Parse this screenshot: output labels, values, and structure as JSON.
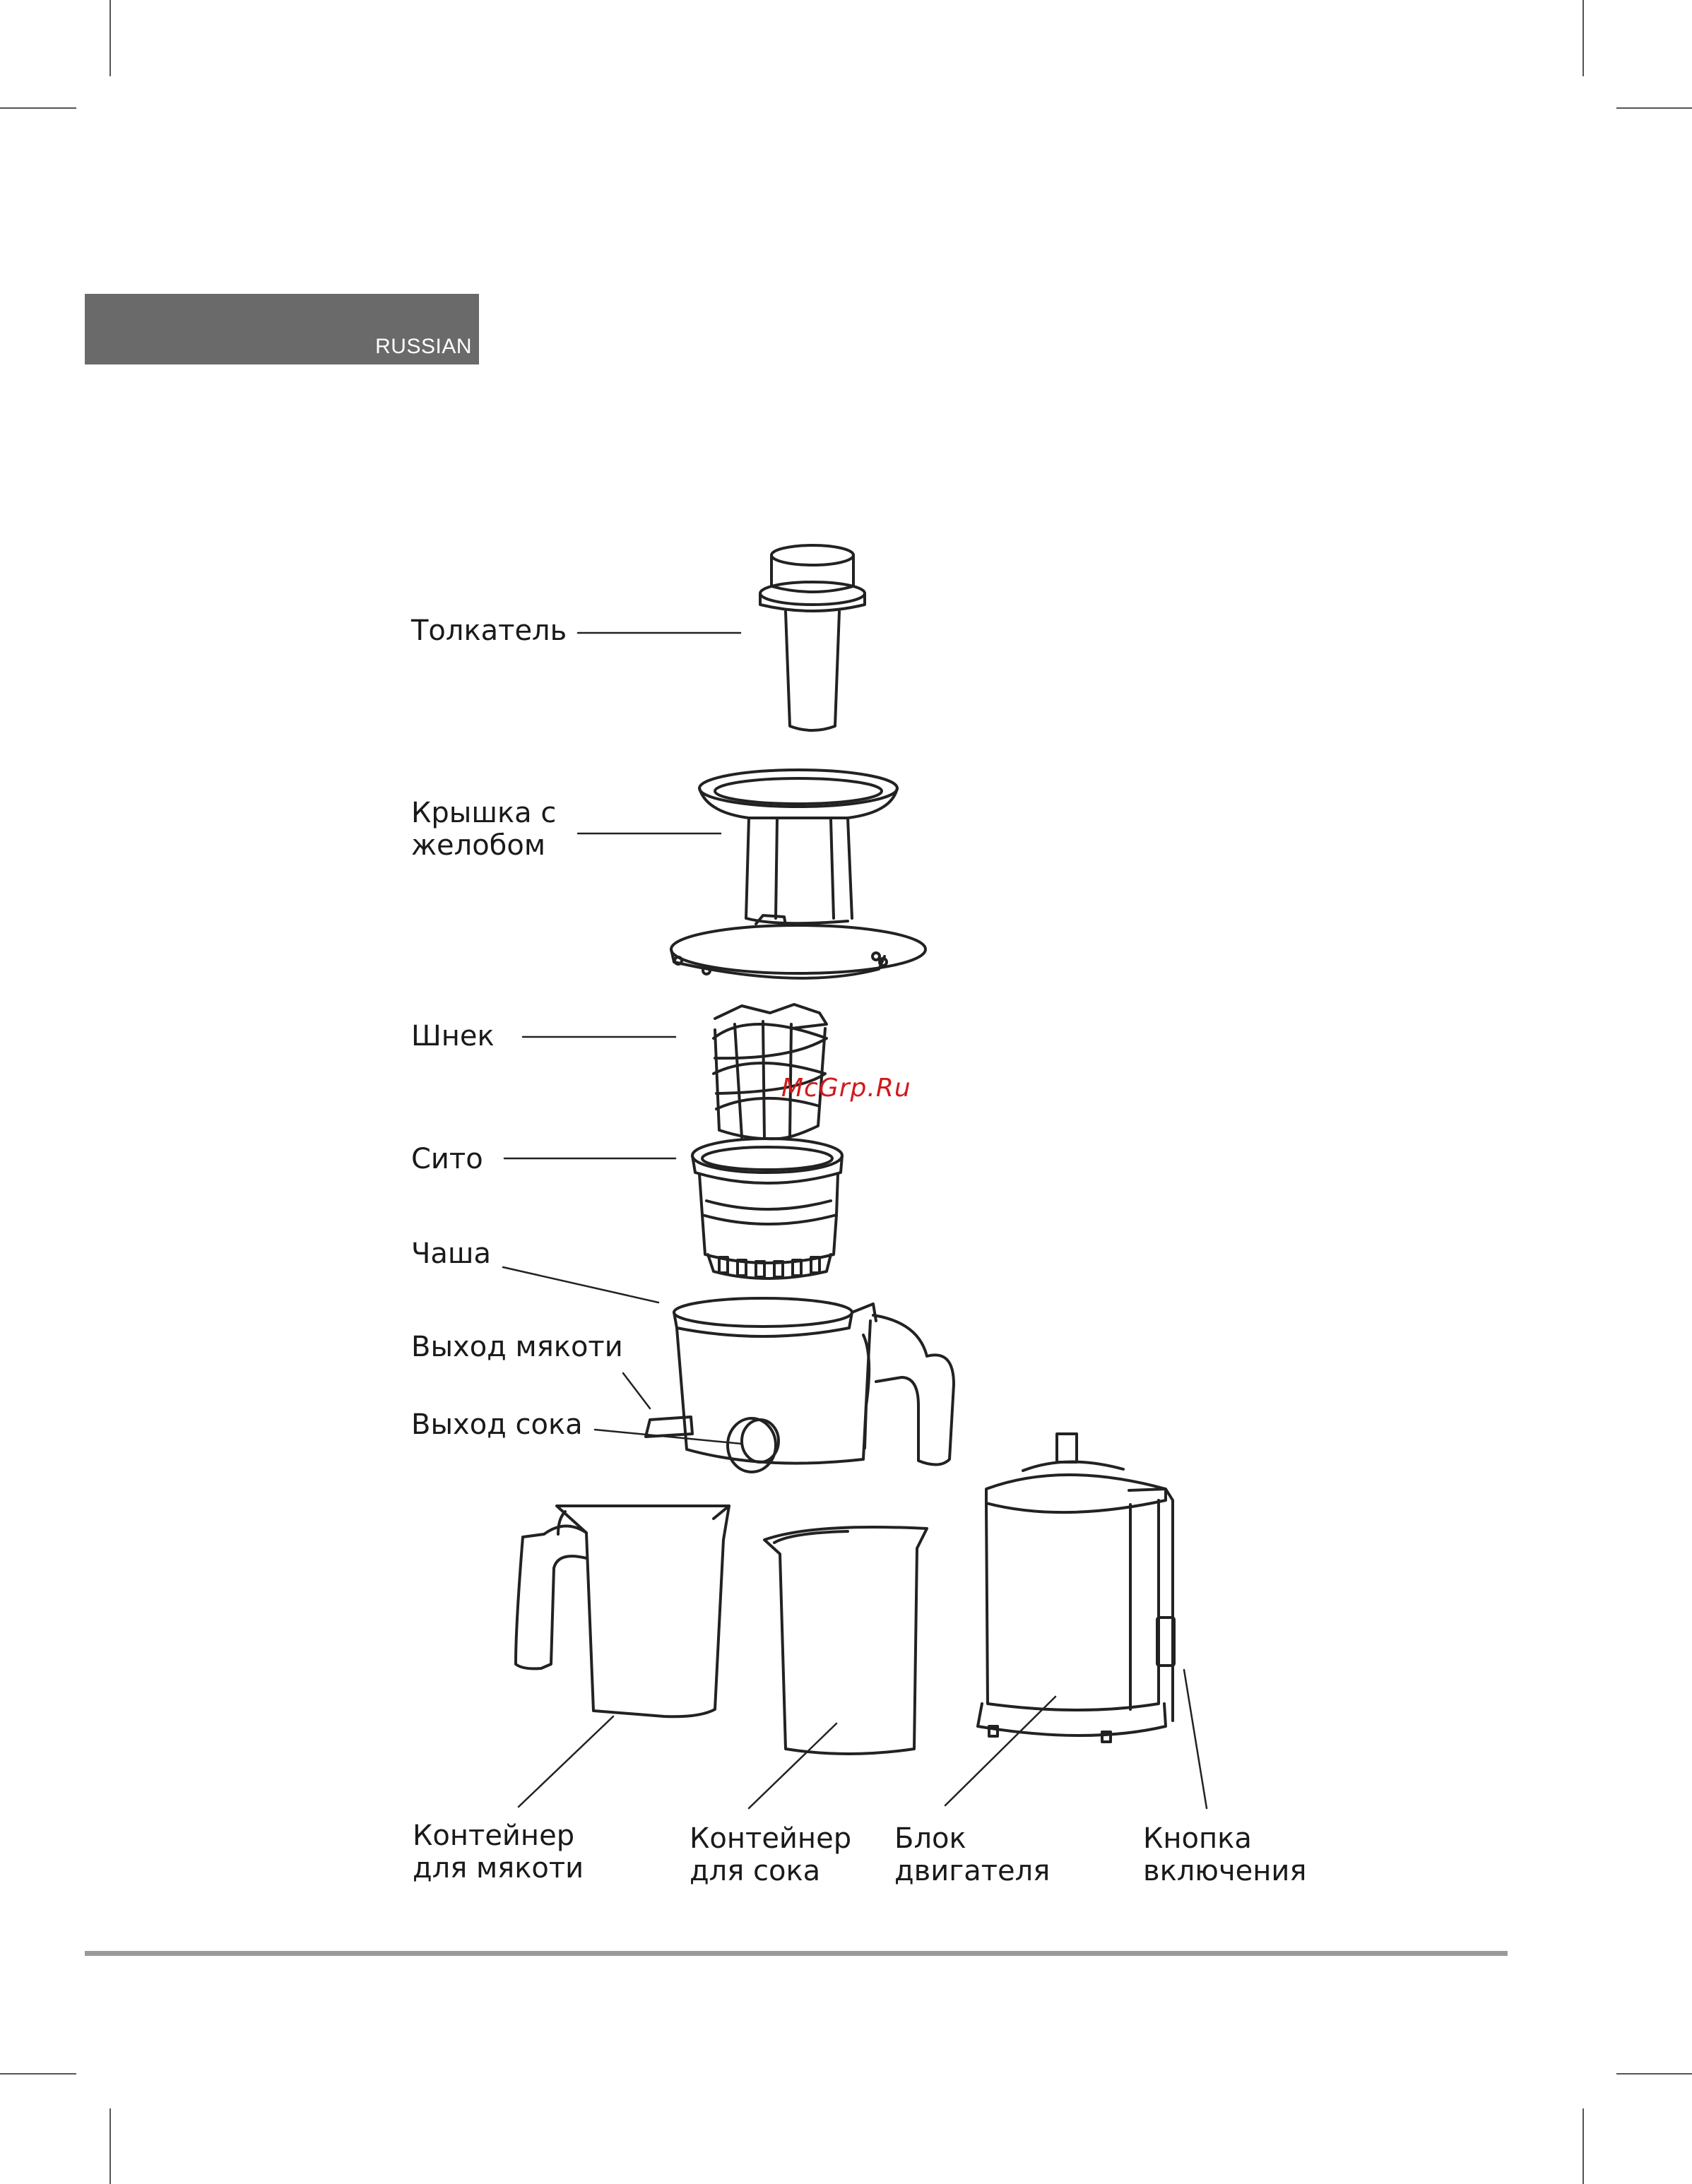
{
  "header": {
    "language": "RUSSIAN"
  },
  "watermark": "McGrp.Ru",
  "labels": {
    "pusher": "Толкатель",
    "lid_line1": "Крышка с",
    "lid_line2": "желобом",
    "auger": "Шнек",
    "sieve": "Сито",
    "bowl": "Чаша",
    "pulp_outlet": "Выход мякоти",
    "juice_outlet": "Выход сока",
    "pulp_container_line1": "Контейнер",
    "pulp_container_line2": "для мякоти",
    "juice_container_line1": "Контейнер",
    "juice_container_line2": "для сока",
    "motor_line1": "Блок",
    "motor_line2": "двигателя",
    "button_line1": "Кнопка",
    "button_line2": "включения"
  },
  "colors": {
    "header_band": "#6a6a6a",
    "watermark": "#d11a1a",
    "footer_rule": "#9a9a9a"
  }
}
